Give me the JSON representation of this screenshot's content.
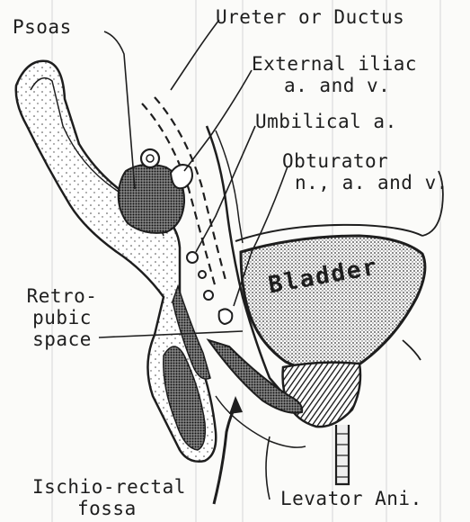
{
  "labels": {
    "psoas": "Psoas",
    "ureter": "Ureter or Ductus",
    "external_iliac_1": "External iliac",
    "external_iliac_2": "a. and v.",
    "umbilical": "Umbilical a.",
    "obturator_1": "Obturator",
    "obturator_2": "n., a. and v.",
    "bladder": "Bladder",
    "retropubic_1": "Retro-",
    "retropubic_2": "pubic",
    "retropubic_3": "space",
    "ischiorectal_1": "Ischio-rectal",
    "ischiorectal_2": "fossa",
    "levator": "Levator Ani."
  },
  "colors": {
    "ink": "#1e1e1e",
    "paper": "#fbfbf9"
  }
}
